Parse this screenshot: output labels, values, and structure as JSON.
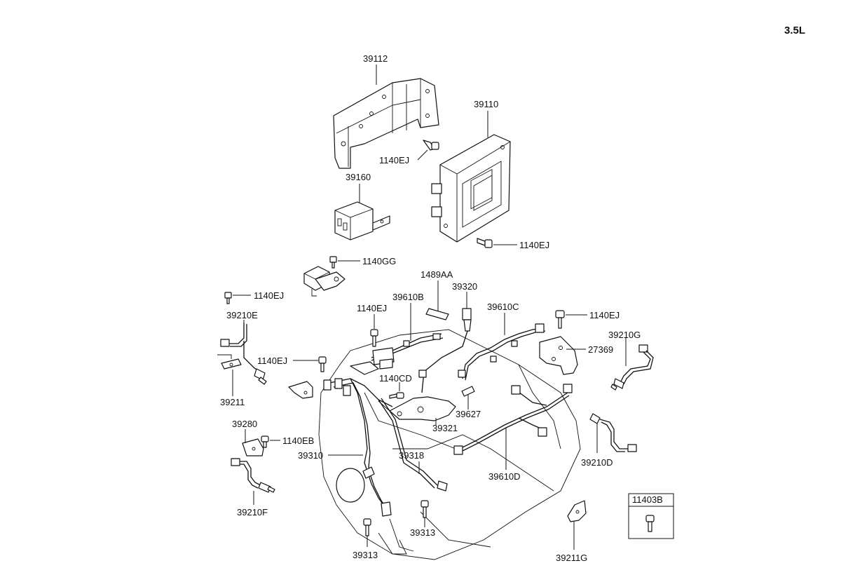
{
  "engine_spec": "3.5L",
  "parts": {
    "p39112": "39112",
    "p39110": "39110",
    "p1140EJ_a": "1140EJ",
    "p39160": "39160",
    "p1140EJ_b": "1140EJ",
    "p1140GG": "1140GG",
    "p1140EJ_c": "1140EJ",
    "p1489AA": "1489AA",
    "p39320": "39320",
    "p39610B": "39610B",
    "p1140EJ_d": "1140EJ",
    "p39610C": "39610C",
    "p1140EJ_e": "1140EJ",
    "p39210E": "39210E",
    "p39210G": "39210G",
    "p27369": "27369",
    "p1140EJ_f": "1140EJ",
    "p1140CD": "1140CD",
    "p39211": "39211",
    "p39627": "39627",
    "p39321": "39321",
    "p39280": "39280",
    "p1140EB": "1140EB",
    "p39310": "39310",
    "p39318": "39318",
    "p39610D": "39610D",
    "p39210D": "39210D",
    "p39210F": "39210F",
    "p39313_a": "39313",
    "p39313_b": "39313",
    "p39211G": "39211G",
    "p11403B": "11403B"
  }
}
